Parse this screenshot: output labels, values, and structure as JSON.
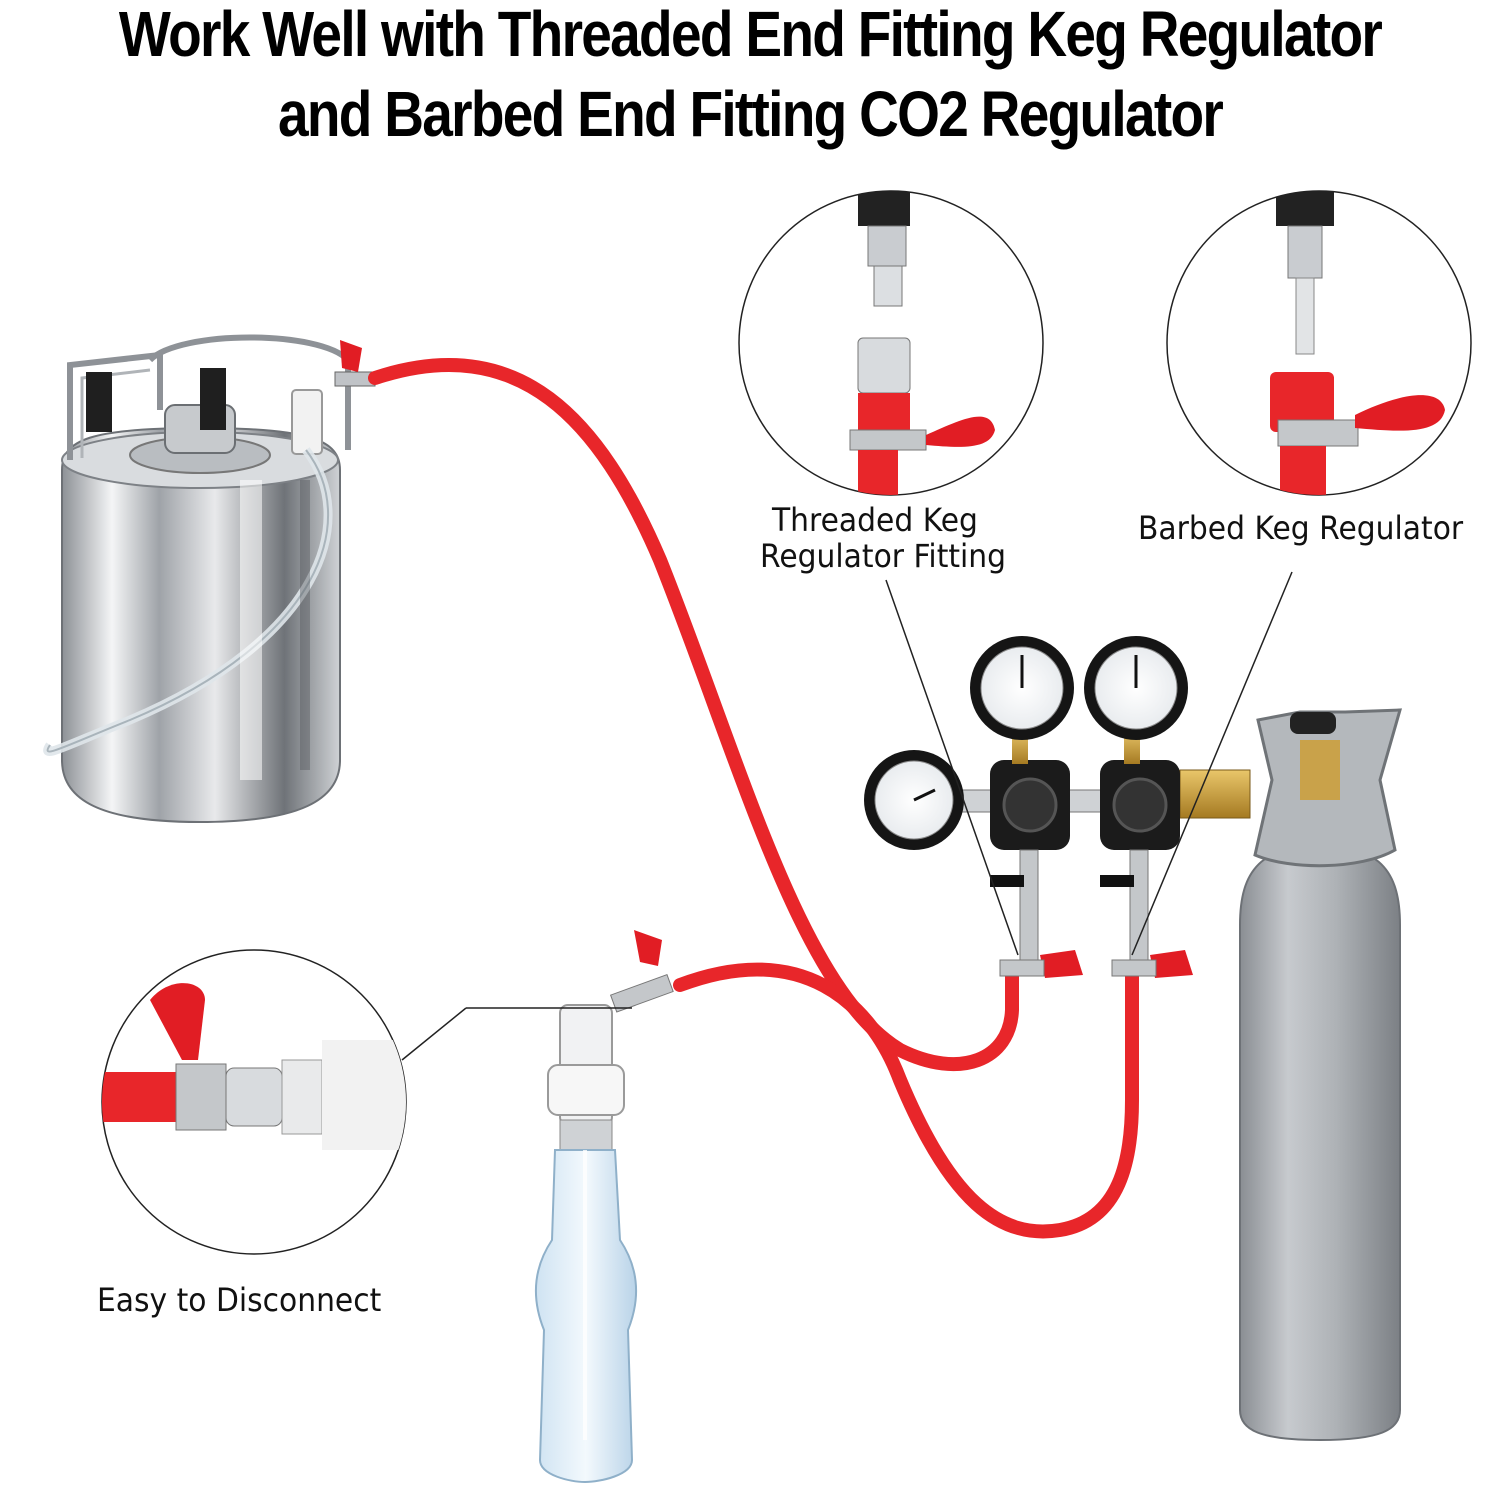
{
  "headline": {
    "line1": "Work Well with Threaded End Fitting Keg Regulator",
    "line2": "and Barbed End Fitting CO2 Regulator"
  },
  "callouts": {
    "threaded_line1": "Threaded Keg",
    "threaded_line2": "Regulator Fitting",
    "barbed": "Barbed Keg Regulator",
    "disconnect": "Easy to Disconnect"
  },
  "colors": {
    "hose": "#e8262a",
    "valve_handle": "#e11d24",
    "stainless": "#c9ccd0",
    "cylinder": "#a7abb0",
    "brass": "#c9a24a",
    "background": "#ffffff"
  },
  "icons": [
    "keg-icon",
    "co2-cylinder-icon",
    "pressure-gauge-icon",
    "bottle-icon",
    "ball-lock-disconnect-icon",
    "shutoff-valve-icon"
  ]
}
